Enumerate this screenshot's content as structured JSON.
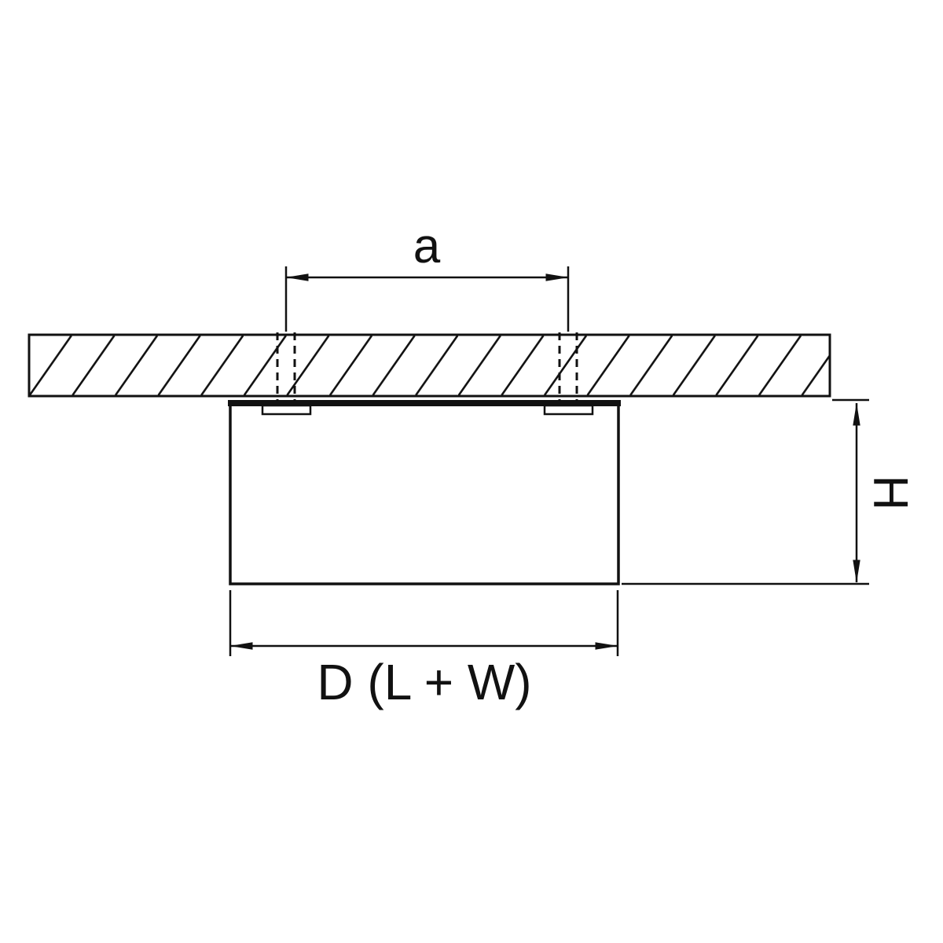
{
  "diagram": {
    "type": "technical-drawing",
    "subject": "surface-mounted ceiling fixture installation dimensions",
    "labels": {
      "mount_spacing": "a",
      "height": "H",
      "width": "D (L + W)"
    },
    "colors": {
      "line": "#111111",
      "background": "#ffffff"
    }
  }
}
